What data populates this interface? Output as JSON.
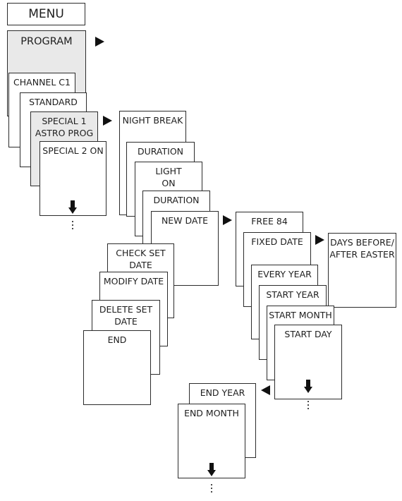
{
  "menu": "MENU",
  "program": "PROGRAM",
  "channel_c1": "CHANNEL C1",
  "standard": "STANDARD",
  "special_1_astro_prog": "SPECIAL 1\nASTRO PROG",
  "special_2_on": "SPECIAL 2 ON",
  "night_break": "NIGHT BREAK",
  "duration_1": "DURATION",
  "light_on": "LIGHT\nON",
  "duration_2": "DURATION",
  "new_date": "NEW DATE",
  "check_set_date": "CHECK SET\nDATE",
  "modify_date": "MODIFY DATE",
  "delete_set_date": "DELETE SET\nDATE",
  "end": "END",
  "free_84": "FREE 84",
  "fixed_date": "FIXED DATE",
  "days_before_after_easter": "DAYS BEFORE/\nAFTER EASTER",
  "every_year": "EVERY YEAR",
  "start_year": "START YEAR",
  "start_month": "START MONTH",
  "start_day": "START DAY",
  "end_year": "END YEAR",
  "end_month": "END MONTH",
  "colors": {
    "stroke": "#2b2b2b",
    "highlight_fill": "#e9e9e9",
    "arrow": "#111111"
  }
}
